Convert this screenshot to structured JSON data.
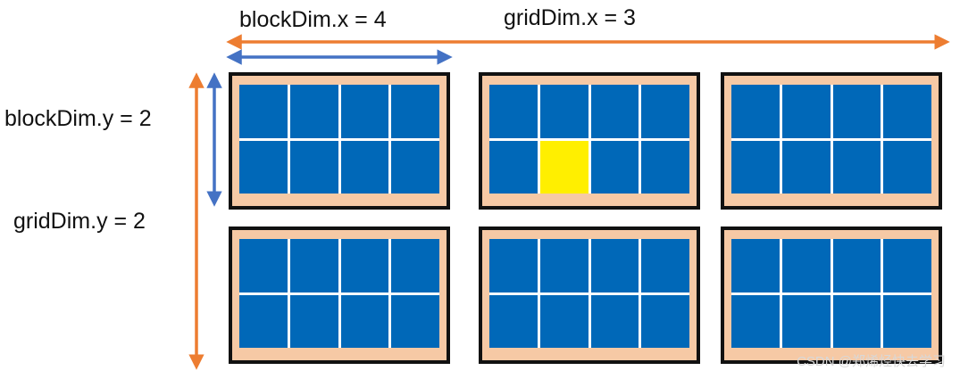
{
  "labels": {
    "block_dim_x": "blockDim.x = 4",
    "grid_dim_x": "gridDim.x = 3",
    "block_dim_y": "blockDim.y = 2",
    "grid_dim_y": "gridDim.y = 2"
  },
  "grid": {
    "rows": 2,
    "cols": 3
  },
  "block": {
    "rows": 2,
    "cols": 4
  },
  "highlighted_thread": {
    "block_row": 0,
    "block_col": 1,
    "thread_row": 1,
    "thread_col": 1
  },
  "colors": {
    "block_border": "#111111",
    "block_fill": "#f6c9a5",
    "thread": "#0068b8",
    "thread_highlight": "#ffef00",
    "arrow_grid": "#ed7d31",
    "arrow_block": "#4472c4"
  },
  "watermark": "CSDN @郑烯烃快去学习"
}
